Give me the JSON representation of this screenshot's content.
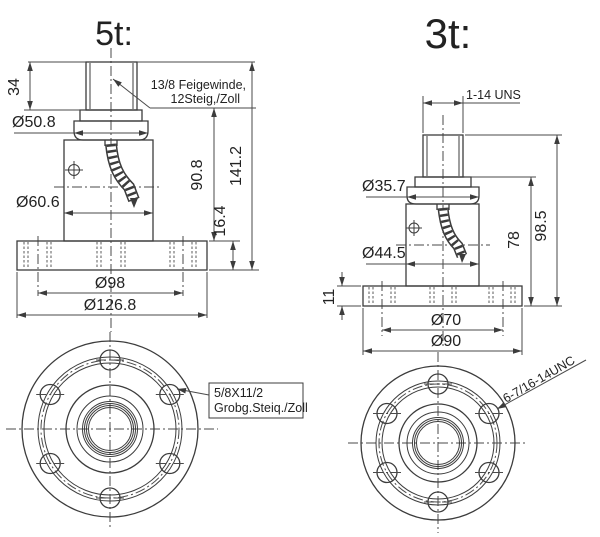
{
  "page": {
    "background": "#ffffff",
    "line_color": "#3c3c3c"
  },
  "left_view": {
    "title": "5t:",
    "thread_note": {
      "line1": "13/8 Feigewinde,",
      "line2": "12Steig,/Zoll"
    },
    "dims": {
      "stud_height": "34",
      "collar_dia": "Ø50.8",
      "body_dia": "Ø60.6",
      "body_height": "90.8",
      "flange_thickness": "16.4",
      "total_height": "141.2",
      "bolt_circle_dia": "Ø98",
      "flange_dia": "Ø126.8"
    },
    "bolt_note": {
      "line1": "5/8X11/2",
      "line2": "Grobg.Steiq./Zoll"
    }
  },
  "right_view": {
    "title": "3t:",
    "thread_note": "1-14 UNS",
    "dims": {
      "collar_dia": "Ø35.7",
      "body_dia": "Ø44.5",
      "body_height": "78",
      "total_height": "98.5",
      "flange_thickness": "11",
      "bolt_circle_dia": "Ø70",
      "flange_dia": "Ø90"
    },
    "bolt_note": "6-7/16-14UNC"
  }
}
